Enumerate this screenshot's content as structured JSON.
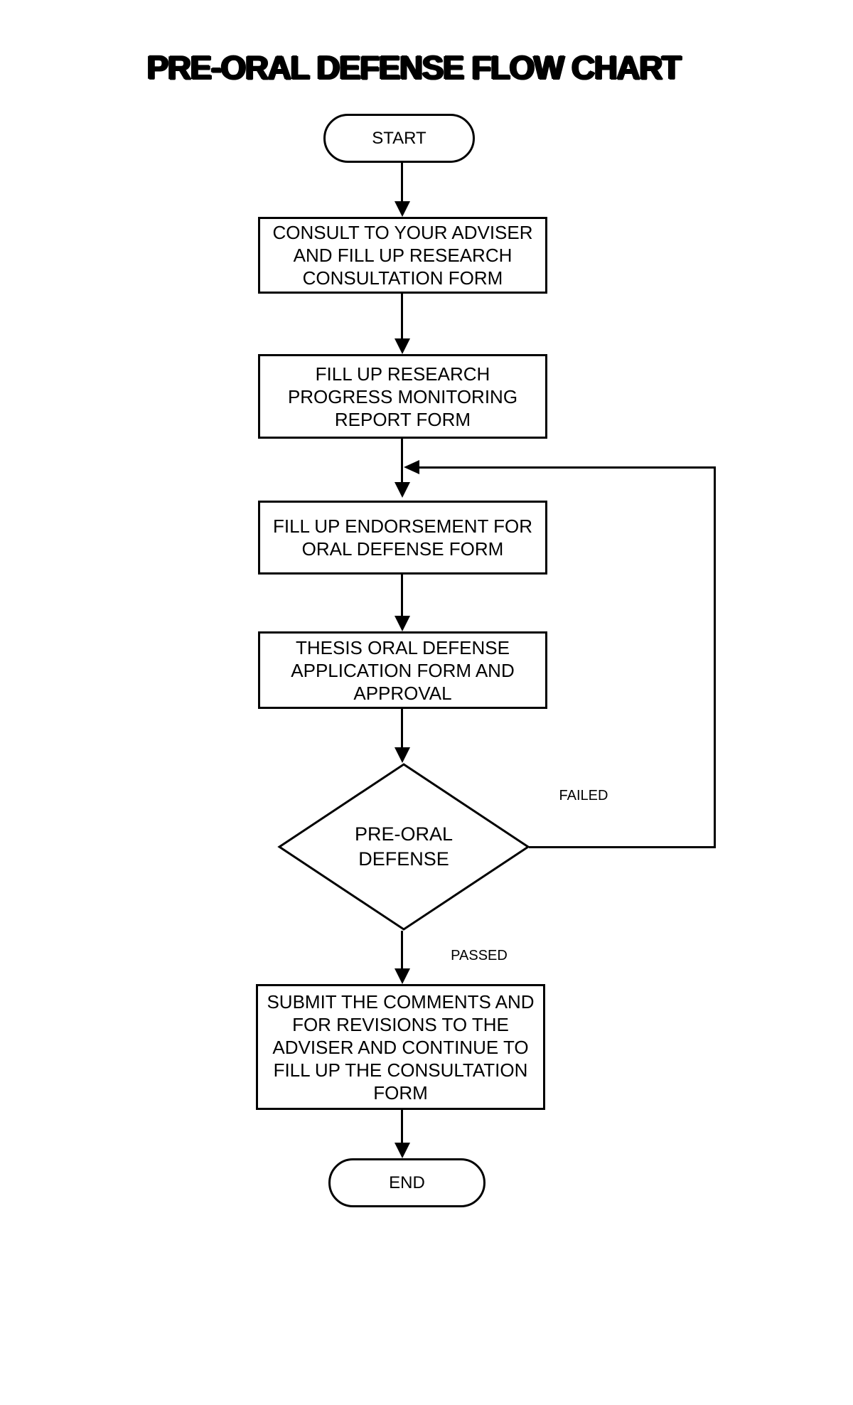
{
  "title": "PRE-ORAL DEFENSE FLOW CHART",
  "colors": {
    "background": "#ffffff",
    "line": "#000000",
    "text": "#000000"
  },
  "nodes": {
    "start": {
      "type": "terminator",
      "label": "START"
    },
    "consult": {
      "type": "process",
      "label": "CONSULT TO YOUR ADVISER\nAND FILL UP RESEARCH\nCONSULTATION FORM"
    },
    "progress": {
      "type": "process",
      "label": "FILL UP RESEARCH\nPROGRESS MONITORING\nREPORT FORM"
    },
    "endorsement": {
      "type": "process",
      "label": "FILL UP ENDORSEMENT FOR\nORAL DEFENSE FORM"
    },
    "application": {
      "type": "process",
      "label": "THESIS ORAL DEFENSE\nAPPLICATION FORM AND\nAPPROVAL"
    },
    "decision": {
      "type": "decision",
      "label": "PRE-ORAL\nDEFENSE"
    },
    "submit": {
      "type": "process",
      "label": "SUBMIT THE COMMENTS AND\nFOR REVISIONS TO THE\nADVISER AND CONTINUE TO\nFILL UP THE CONSULTATION\nFORM"
    },
    "end": {
      "type": "terminator",
      "label": "END"
    }
  },
  "edge_labels": {
    "failed": "FAILED",
    "passed": "PASSED"
  },
  "edges": [
    {
      "from": "start",
      "to": "consult"
    },
    {
      "from": "consult",
      "to": "progress"
    },
    {
      "from": "progress",
      "to": "endorsement"
    },
    {
      "from": "endorsement",
      "to": "application"
    },
    {
      "from": "application",
      "to": "decision"
    },
    {
      "from": "decision",
      "to": "endorsement",
      "label": "FAILED"
    },
    {
      "from": "decision",
      "to": "submit",
      "label": "PASSED"
    },
    {
      "from": "submit",
      "to": "end"
    }
  ]
}
